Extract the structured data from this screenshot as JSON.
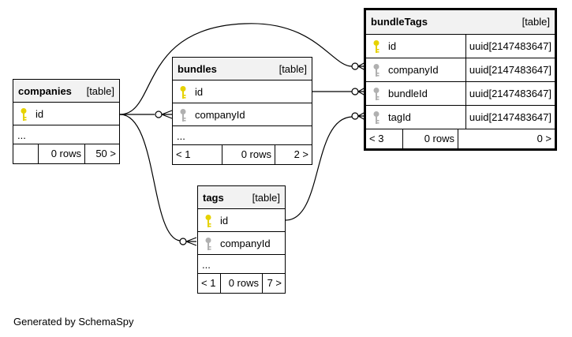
{
  "footer": "Generated by SchemaSpy",
  "tables": {
    "companies": {
      "name": "companies",
      "type_label": "[table]",
      "columns": [
        {
          "name": "id",
          "key": "primary"
        }
      ],
      "ellipsis": "...",
      "footer": {
        "prev": "",
        "rows": "0 rows",
        "next": "50 >"
      }
    },
    "bundles": {
      "name": "bundles",
      "type_label": "[table]",
      "columns": [
        {
          "name": "id",
          "key": "primary"
        },
        {
          "name": "companyId",
          "key": "foreign"
        }
      ],
      "ellipsis": "...",
      "footer": {
        "prev": "< 1",
        "rows": "0 rows",
        "next": "2 >"
      }
    },
    "tags": {
      "name": "tags",
      "type_label": "[table]",
      "columns": [
        {
          "name": "id",
          "key": "primary"
        },
        {
          "name": "companyId",
          "key": "foreign"
        }
      ],
      "ellipsis": "...",
      "footer": {
        "prev": "< 1",
        "rows": "0 rows",
        "next": "7 >"
      }
    },
    "bundleTags": {
      "name": "bundleTags",
      "type_label": "[table]",
      "columns": [
        {
          "name": "id",
          "key": "primary",
          "type": "uuid[2147483647]"
        },
        {
          "name": "companyId",
          "key": "foreign",
          "type": "uuid[2147483647]"
        },
        {
          "name": "bundleId",
          "key": "foreign",
          "type": "uuid[2147483647]"
        },
        {
          "name": "tagId",
          "key": "foreign",
          "type": "uuid[2147483647]"
        }
      ],
      "footer": {
        "prev": "< 3",
        "rows": "0 rows",
        "next": "0 >"
      }
    }
  },
  "colors": {
    "primary_key": "#e6d200",
    "foreign_key": "#b0b0b0",
    "header_bg": "#f2f2f2"
  },
  "relationships": [
    {
      "from": "companies.id",
      "to": "bundleTags.companyId"
    },
    {
      "from": "companies.id",
      "to": "bundles.companyId"
    },
    {
      "from": "companies.id",
      "to": "tags.companyId"
    },
    {
      "from": "bundles.id",
      "to": "bundleTags.bundleId"
    },
    {
      "from": "tags.id",
      "to": "bundleTags.tagId"
    }
  ]
}
